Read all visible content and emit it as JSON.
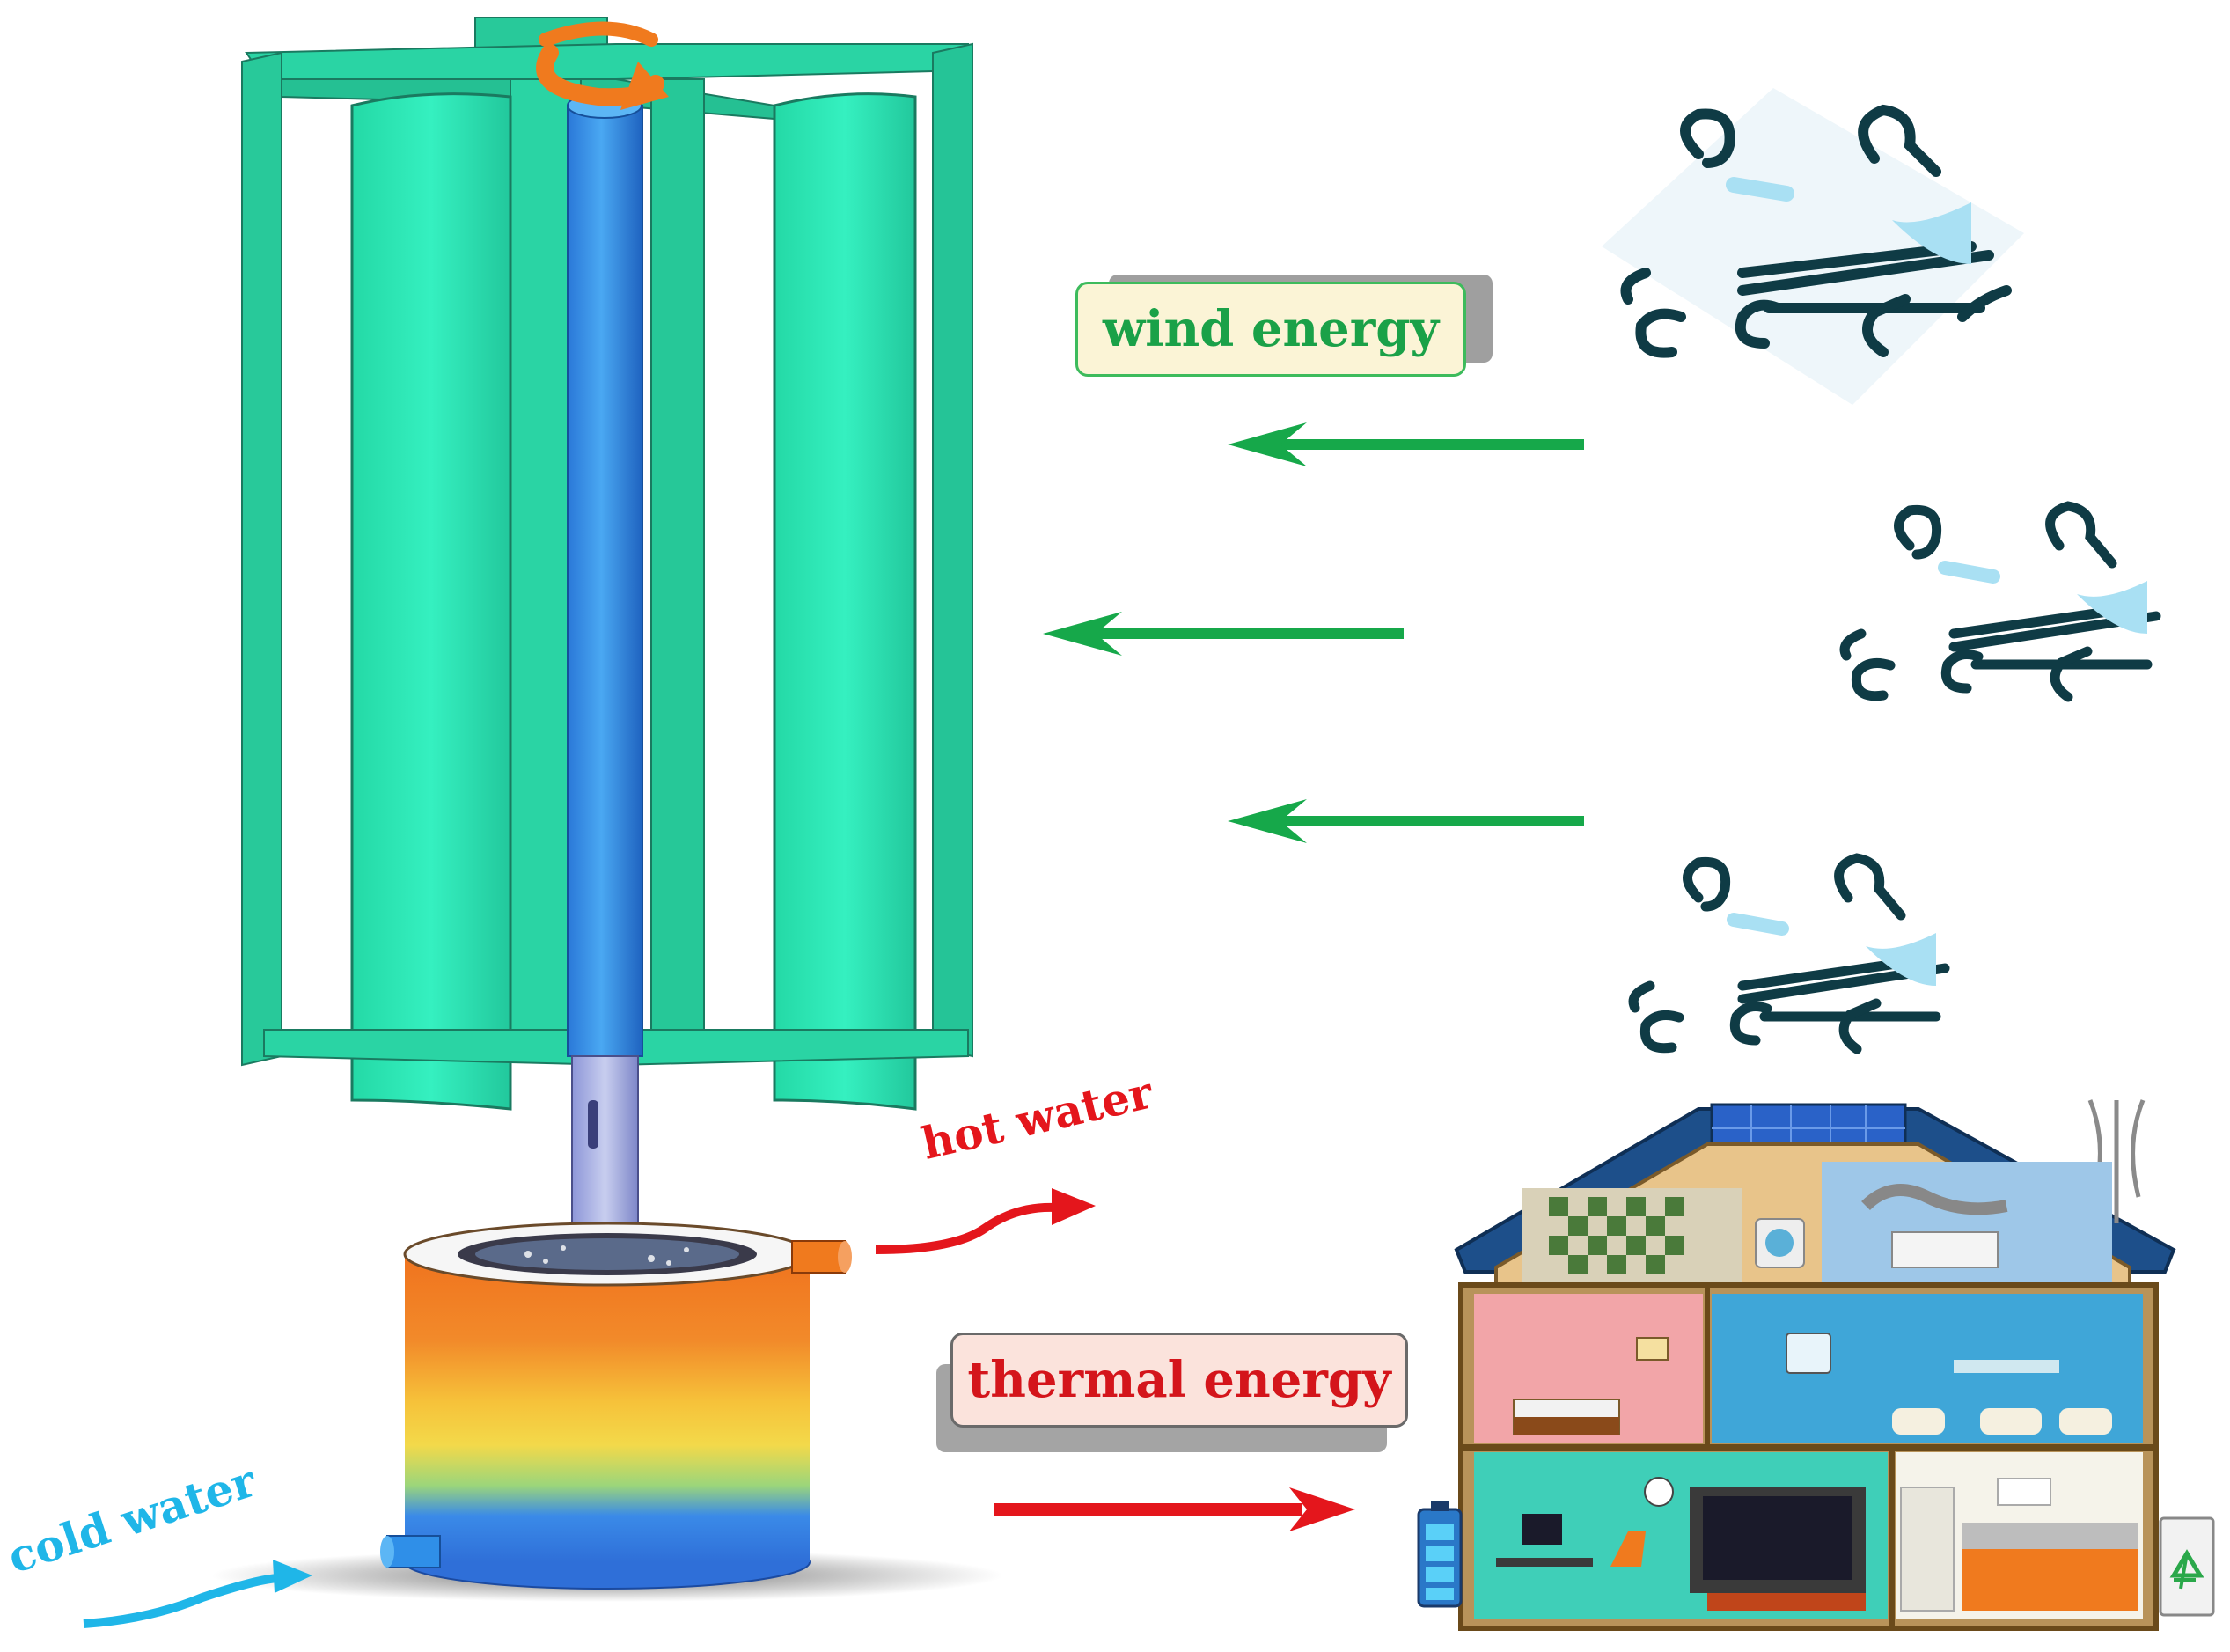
{
  "labels": {
    "wind_energy": "wind energy",
    "thermal_energy": "thermal energy",
    "hot_water": "hot water",
    "cold_water": "cold water"
  },
  "colors": {
    "turbine_blade": "#2ee8b6",
    "turbine_frame": "#28c99a",
    "shaft": "#2f8fe8",
    "rotation_arrow": "#f07a1e",
    "wind_arrow": "#16a84a",
    "heat_arrow": "#e4161c",
    "cold_arrow": "#1fb6e8",
    "wind_swirl": "#0f3b45",
    "wind_accent": "#a9e0f3"
  },
  "icons": [
    "rotation-arrow-icon",
    "wind-gust-icon",
    "house-cutaway-icon",
    "battery-icon",
    "recycle-icon",
    "solar-panel-icon"
  ]
}
